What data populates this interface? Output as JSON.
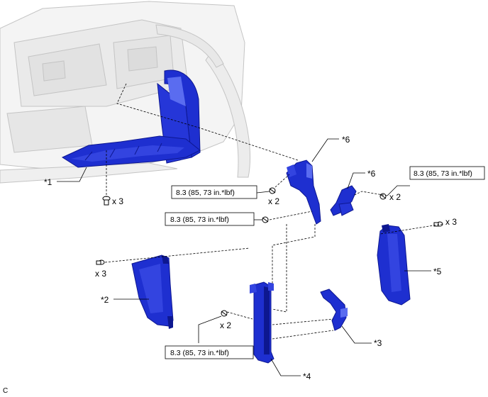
{
  "diagram": {
    "corner_code": "C",
    "torque_spec": "8.3 (85, 73 in.*lbf)",
    "parts": [
      {
        "id": "p1",
        "label": "*1"
      },
      {
        "id": "p2",
        "label": "*2"
      },
      {
        "id": "p3",
        "label": "*3"
      },
      {
        "id": "p4",
        "label": "*4"
      },
      {
        "id": "p5",
        "label": "*5"
      },
      {
        "id": "p6a",
        "label": "*6"
      },
      {
        "id": "p6b",
        "label": "*6"
      }
    ],
    "quantities": [
      {
        "id": "q1",
        "text": "x 3"
      },
      {
        "id": "q2",
        "text": "x 2"
      },
      {
        "id": "q3",
        "text": "x 2"
      },
      {
        "id": "q4",
        "text": "x 3"
      },
      {
        "id": "q5",
        "text": "x 3"
      },
      {
        "id": "q6",
        "text": "x 2"
      }
    ],
    "colors": {
      "part_blue": "#1e2fd0",
      "part_dark": "#0d1790",
      "part_light": "#5a6cf0",
      "car_body": "#f2f2f2",
      "car_line": "#c8c8c8",
      "leader": "#000000"
    }
  }
}
